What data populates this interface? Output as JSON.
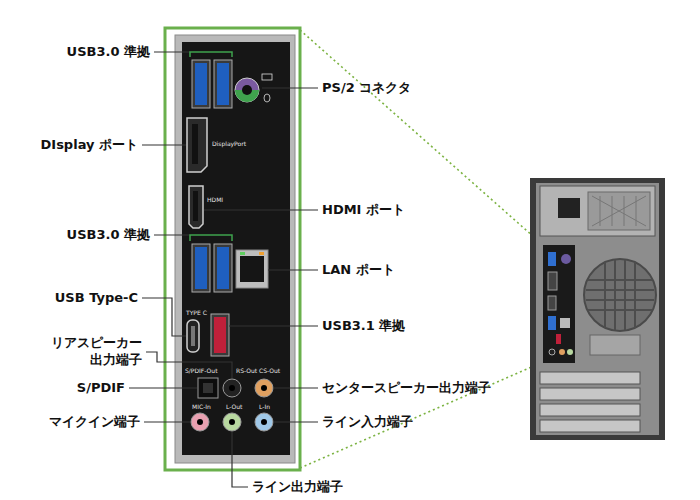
{
  "diagram": {
    "labels": [
      "USB3.0 準拠",
      "PS/2 コネクタ",
      "DIsplay ポート",
      "HDMI ポート",
      "USB3.0 準拠",
      "LAN ポート",
      "USB Type-C",
      "USB3.1 準拠",
      "リアスピーカー 出力端子",
      "S/PDIF",
      "センタースピーカー出力端子",
      "マイクイン端子",
      "ライン入力端子",
      "ライン出力端子",
      "DisplayPort",
      "HDMI",
      "TYPE C",
      "S/PDIF-Out",
      "RS-Out",
      "CS-Out",
      "MIC-In",
      "L-Out",
      "L-In"
    ]
  }
}
